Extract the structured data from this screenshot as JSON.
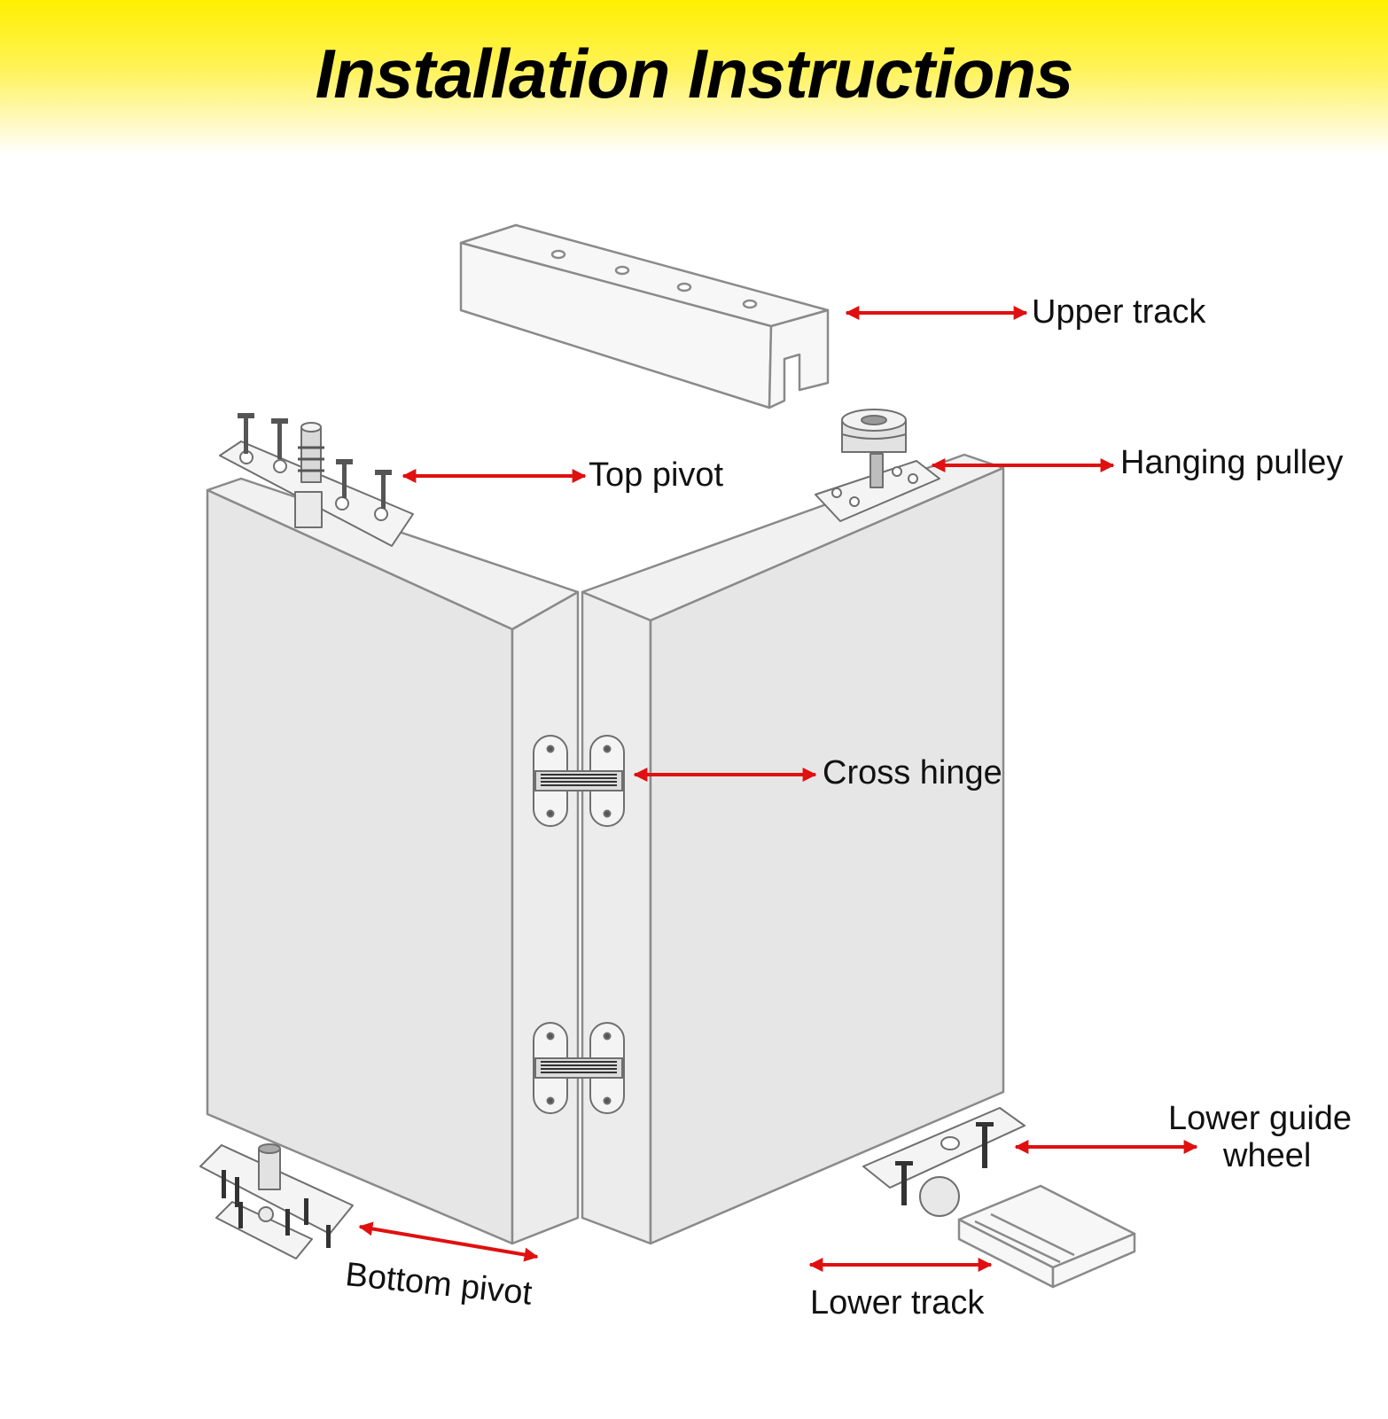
{
  "title": "Installation Instructions",
  "labels": {
    "upper_track": "Upper track",
    "top_pivot": "Top pivot",
    "hanging_pulley": "Hanging pulley",
    "cross_hinge": "Cross hinge",
    "lower_guide_wheel_line1": "Lower guide",
    "lower_guide_wheel_line2": "wheel",
    "bottom_pivot": "Bottom pivot",
    "lower_track": "Lower track"
  },
  "colors": {
    "banner": "#fff000",
    "arrow": "#e01010",
    "panel": "#e6e6e6",
    "outline": "#8a8a8a"
  }
}
